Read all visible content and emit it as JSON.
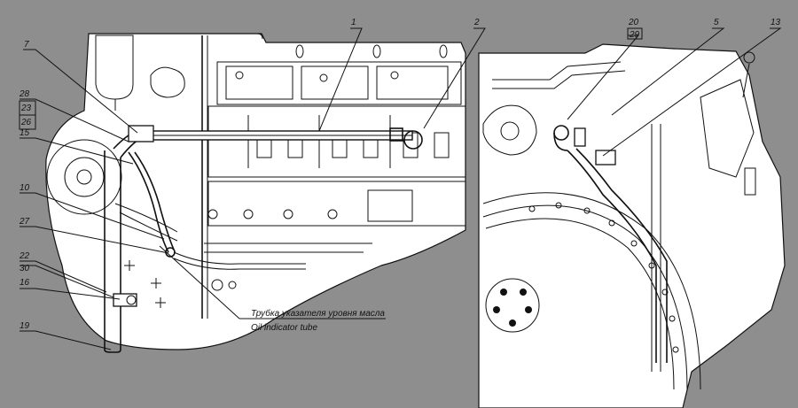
{
  "colors": {
    "background": "#8e8e8e",
    "engine": "#ffffff",
    "ink": "#111111"
  },
  "callouts": {
    "c1": "1",
    "c2": "2",
    "c5": "5",
    "c7": "7",
    "c10": "10",
    "c13": "13",
    "c15": "15",
    "c16": "16",
    "c19": "19",
    "c20": "20",
    "c22": "22",
    "c23": "23",
    "c26": "26",
    "c27": "27",
    "c28": "28",
    "c29": "29",
    "c30": "30"
  },
  "caption": {
    "ru": "Трубка указателя уровня масла",
    "en": "Oil indicator tube"
  }
}
